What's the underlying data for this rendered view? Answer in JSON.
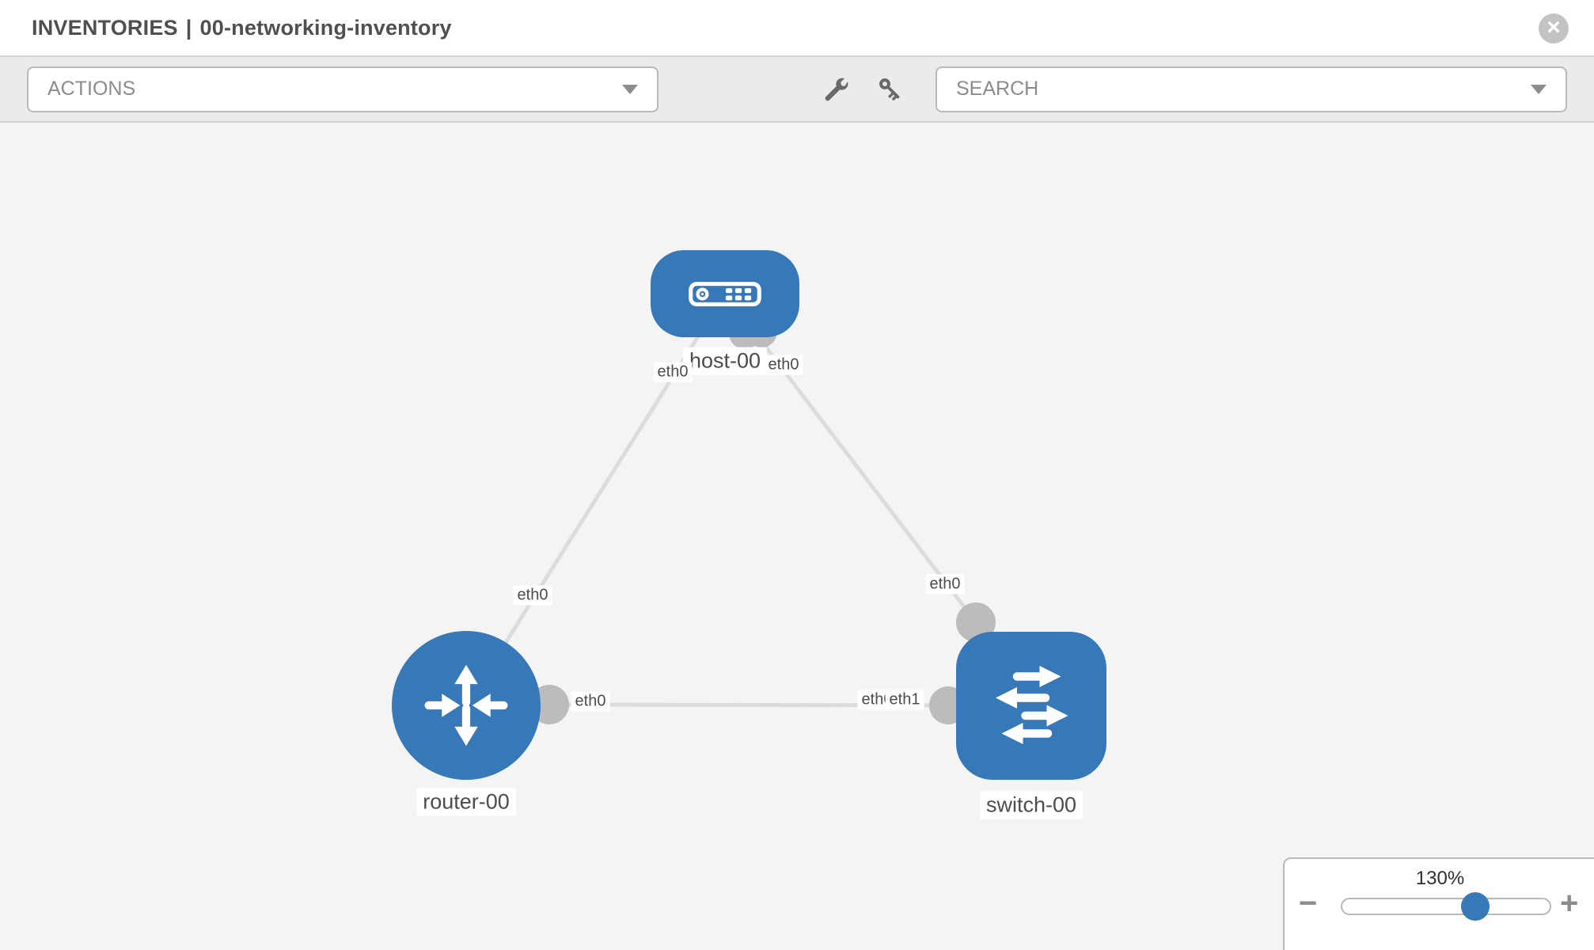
{
  "header": {
    "section": "INVENTORIES",
    "separator": "|",
    "inventory_name": "00-networking-inventory"
  },
  "toolbar": {
    "actions_label": "ACTIONS",
    "search_placeholder": "SEARCH",
    "tool_icons": [
      "wrench-icon",
      "key-icon"
    ]
  },
  "topology": {
    "nodes": [
      {
        "id": "host-00",
        "label": "host-00",
        "type": "host",
        "icon": "host-icon"
      },
      {
        "id": "router-00",
        "label": "router-00",
        "type": "router",
        "icon": "router-icon"
      },
      {
        "id": "switch-00",
        "label": "switch-00",
        "type": "switch",
        "icon": "switch-icon"
      }
    ],
    "links": [
      {
        "from": "router-00",
        "from_interface": "eth0",
        "to": "host-00",
        "to_interface": "eth0"
      },
      {
        "from": "host-00",
        "from_interface": "eth0",
        "to": "switch-00",
        "to_interface": "eth0"
      },
      {
        "from": "router-00",
        "from_interface": "eth0",
        "to": "switch-00",
        "to_interface": "eth1"
      }
    ],
    "interface_labels": [
      "eth0",
      "eth0",
      "eth0",
      "eth0",
      "eth0",
      "eth0",
      "eth1"
    ]
  },
  "zoom_control": {
    "value": "130%",
    "minus_label": "−",
    "plus_label": "+",
    "slider_percent": 64
  },
  "colors": {
    "node_blue": "#3778b8",
    "link_gray": "#dcdcdc",
    "endpoint_gray": "#bcbcbc",
    "canvas_bg": "#f4f4f4",
    "toolbar_bg": "#ebebeb",
    "slider_thumb_blue": "#3778b8"
  }
}
